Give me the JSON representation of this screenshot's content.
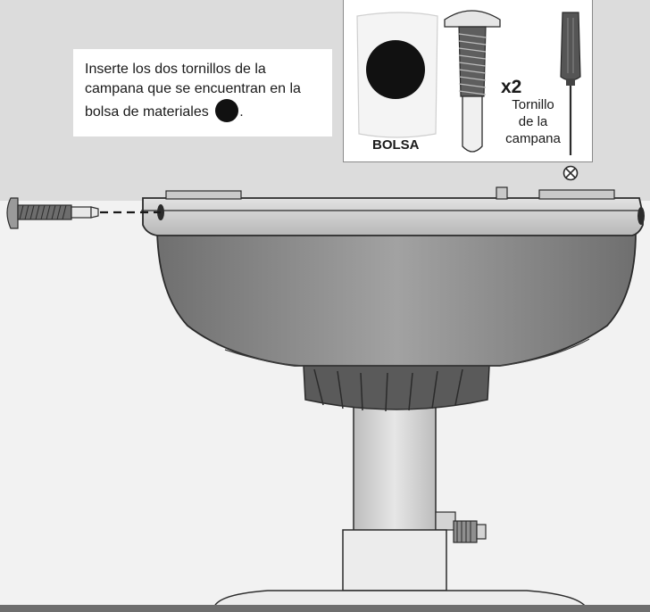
{
  "instruction": {
    "text": "Inserte los dos tornillos de la campana que se encuentran en la bolsa de materiales",
    "end_punct": "."
  },
  "parts": {
    "bag_label": "BOLSA",
    "quantity": "x2",
    "screw_name_line1": "Tornillo",
    "screw_name_line2": "de la",
    "screw_name_line3": "campana"
  },
  "colors": {
    "background": "#dcdcdc",
    "lower_background": "#f2f2f2",
    "bowl": "#8f8f8f",
    "rim": "#c9c9c9",
    "outline": "#2b2b2b",
    "bottom_bar": "#6e6e6e"
  },
  "icons": {
    "bag_marker": "black-dot-icon",
    "screwdriver_tip": "phillips-head-icon"
  }
}
